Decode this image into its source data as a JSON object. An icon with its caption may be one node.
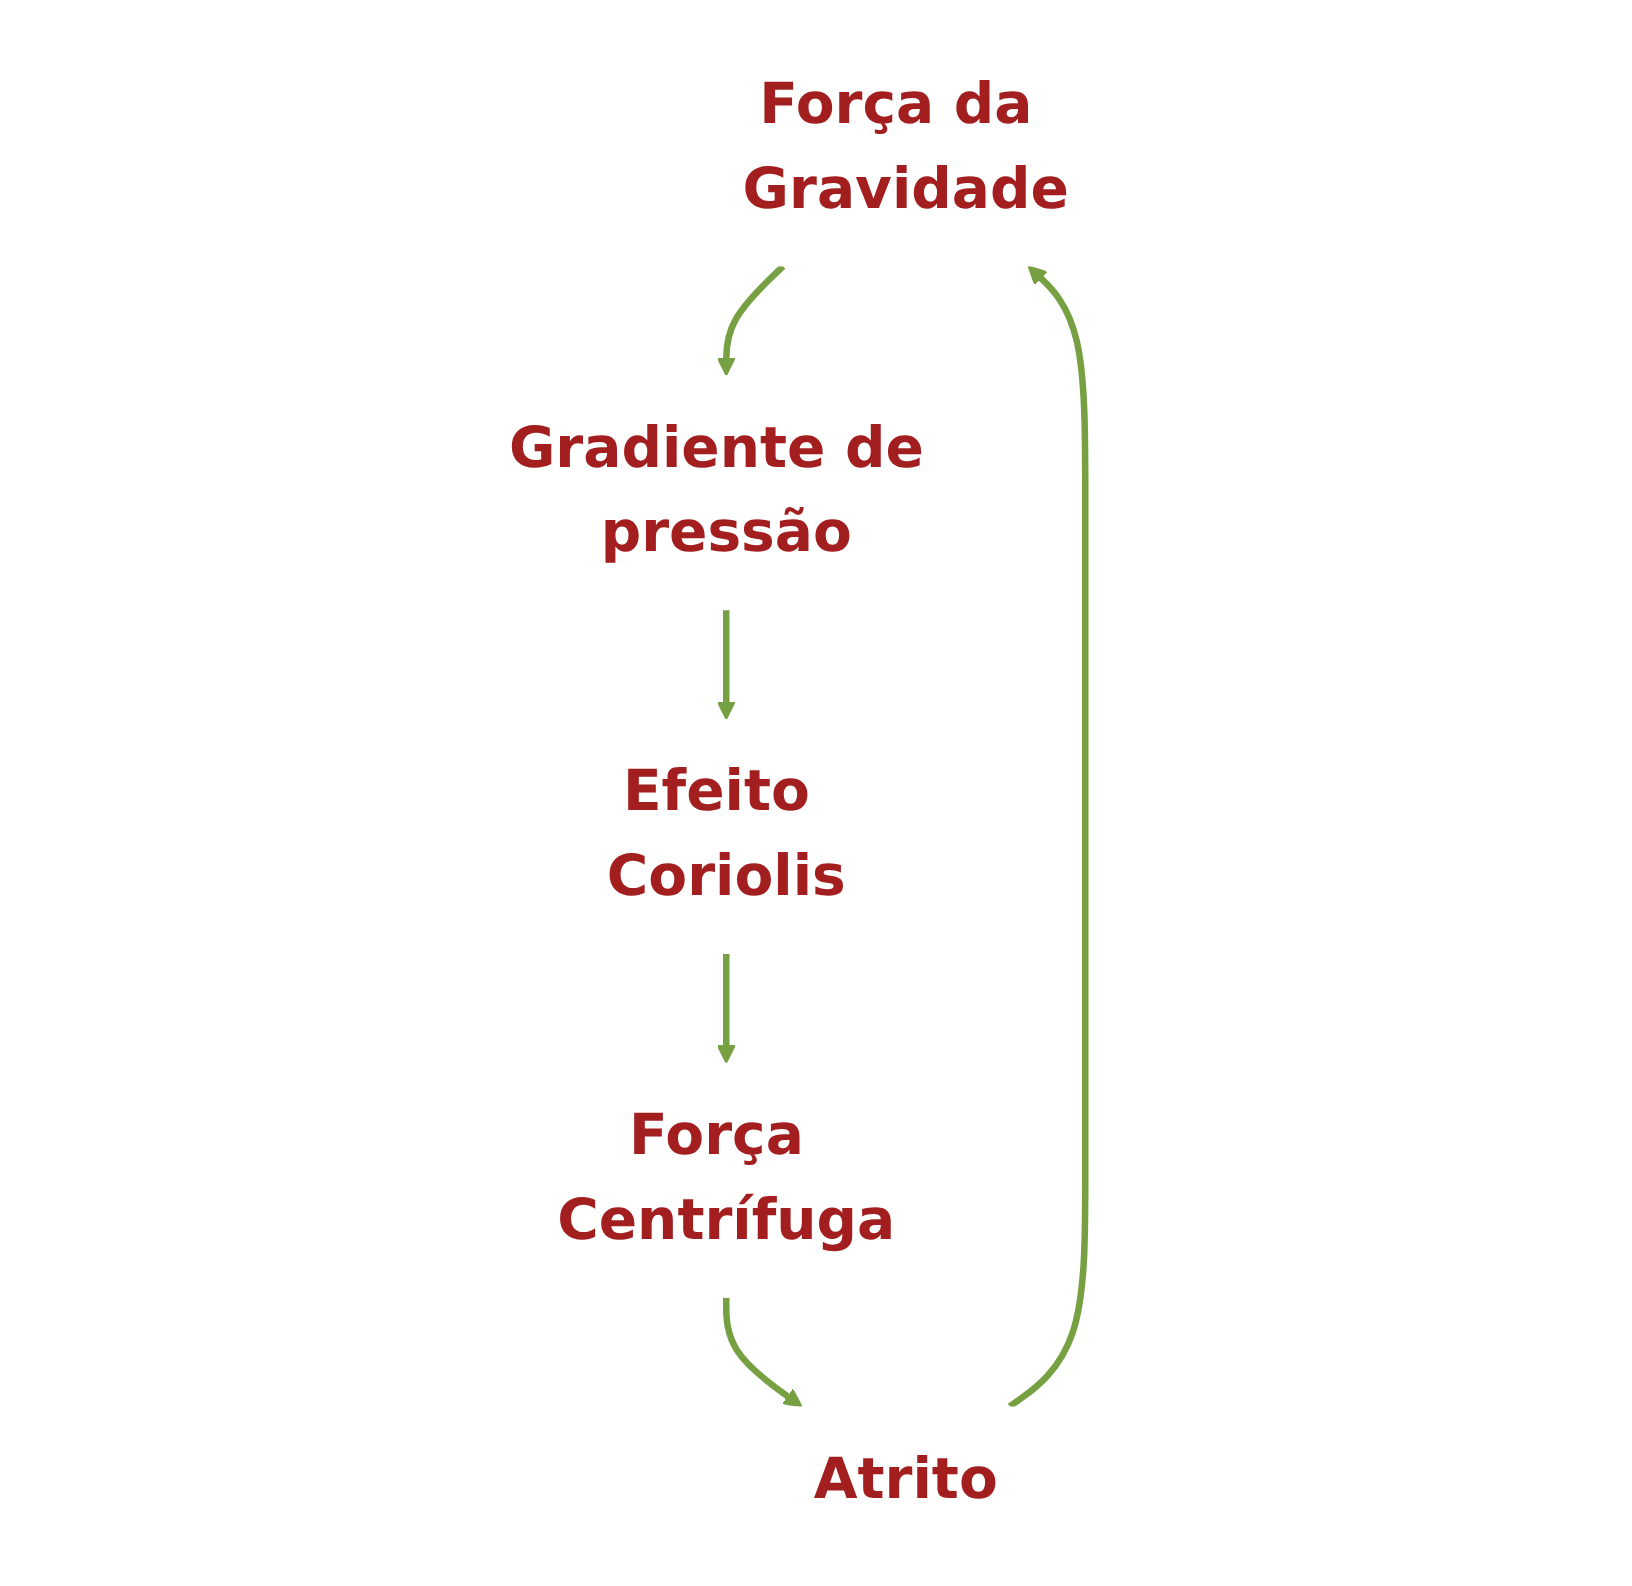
{
  "diagram": {
    "nodes": [
      {
        "text": [
          "Força da Gravidade"
        ]
      },
      {
        "text": [
          "Gradiente de pressão"
        ]
      },
      {
        "text": [
          "Efeito Coriolis"
        ]
      },
      {
        "text": [
          "Força Centrífuga"
        ]
      },
      {
        "text": [
          "Atrito"
        ]
      }
    ],
    "edges": [
      {
        "from": 0,
        "to": 1,
        "arrow": "to"
      },
      {
        "from": 1,
        "to": 2,
        "arrow": "to"
      },
      {
        "from": 2,
        "to": 3,
        "arrow": "to"
      },
      {
        "from": 3,
        "to": 4,
        "arrow": "to"
      },
      {
        "from": 4,
        "to": 0,
        "arrow": "to"
      }
    ]
  }
}
